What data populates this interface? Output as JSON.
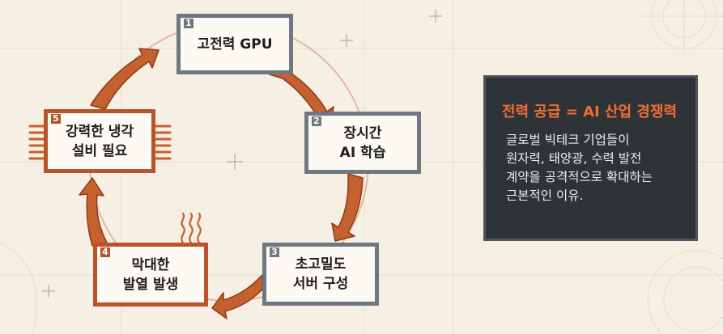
{
  "cycle": {
    "nodes": [
      {
        "number": "1",
        "lines": [
          "고전력 GPU"
        ]
      },
      {
        "number": "2",
        "lines": [
          "장시간",
          "AI 학습"
        ]
      },
      {
        "number": "3",
        "lines": [
          "초고밀도",
          "서버 구성"
        ]
      },
      {
        "number": "4",
        "lines": [
          "막대한",
          "발열 발생"
        ]
      },
      {
        "number": "5",
        "lines": [
          "강력한 냉각",
          "설비 필요"
        ]
      }
    ]
  },
  "info_panel": {
    "title": "전력 공급 = AI 산업 경쟁력",
    "body_lines": [
      "글로벌 빅테크 기업들이",
      "원자력, 태양광, 수력 발전",
      "계약을 공격적으로 확대하는",
      "근본적인 이유."
    ]
  },
  "colors": {
    "background": "#f6efe3",
    "arrow": "#c4612f",
    "node_gray": "#6f7780",
    "node_orange": "#b8532a",
    "panel": "#2e3338",
    "panel_title": "#ef6e34"
  }
}
